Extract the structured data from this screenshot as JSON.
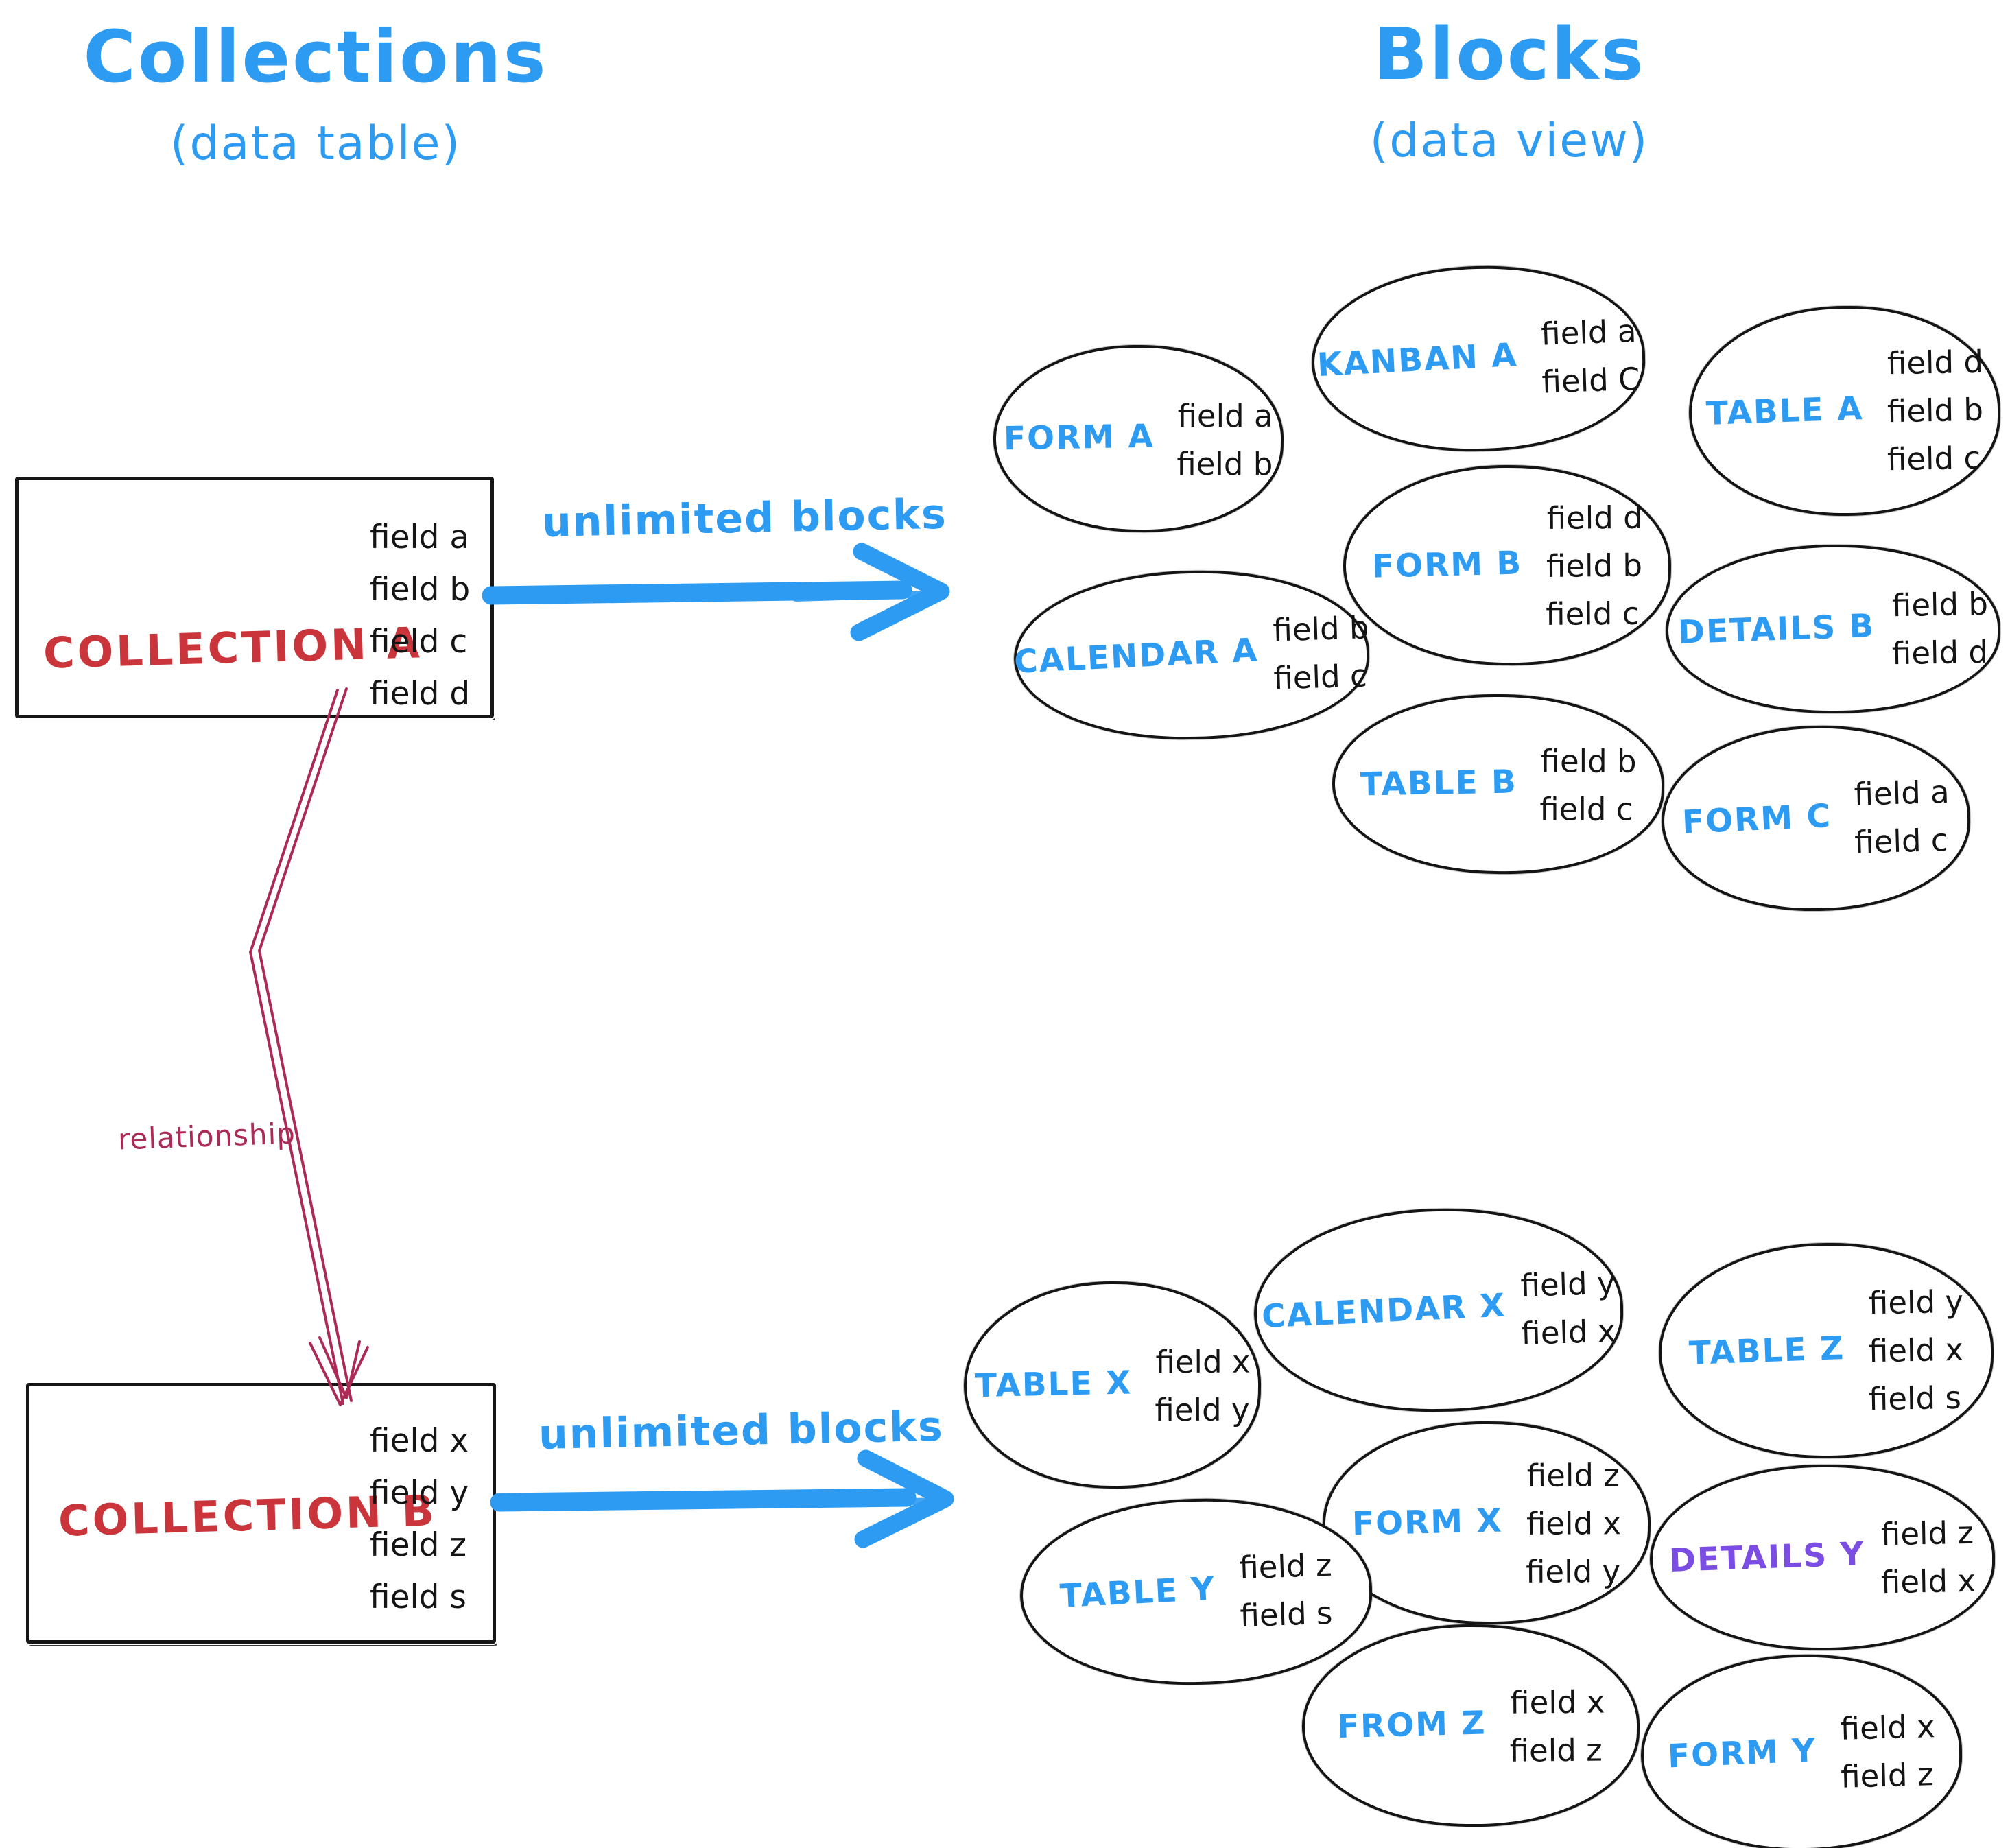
{
  "titles": {
    "left": {
      "title": "Collections",
      "subtitle": "(data table)"
    },
    "right": {
      "title": "Blocks",
      "subtitle": "(data view)"
    }
  },
  "collections": {
    "a": {
      "name": "COLLECTION A",
      "fields": [
        "field a",
        "field b",
        "field c",
        "field d"
      ]
    },
    "b": {
      "name": "COLLECTION B",
      "fields": [
        "field x",
        "field y",
        "field z",
        "field s"
      ]
    }
  },
  "arrows": {
    "top_label": "unlimited blocks",
    "bottom_label": "unlimited blocks",
    "relationship_label": "relationship"
  },
  "blocks_top": [
    {
      "label": "FORM A",
      "fields": [
        "field a",
        "field b"
      ]
    },
    {
      "label": "KANBAN A",
      "fields": [
        "field a",
        "field C"
      ]
    },
    {
      "label": "TABLE A",
      "fields": [
        "field d",
        "field b",
        "field c"
      ]
    },
    {
      "label": "FORM B",
      "fields": [
        "field d",
        "field b",
        "field c"
      ]
    },
    {
      "label": "CALENDAR A",
      "fields": [
        "field b",
        "field c"
      ]
    },
    {
      "label": "DETAILS B",
      "fields": [
        "field b",
        "field d"
      ]
    },
    {
      "label": "TABLE B",
      "fields": [
        "field b",
        "field c"
      ]
    },
    {
      "label": "FORM C",
      "fields": [
        "field a",
        "field c"
      ]
    }
  ],
  "blocks_bottom": [
    {
      "label": "TABLE X",
      "fields": [
        "field x",
        "field y"
      ]
    },
    {
      "label": "CALENDAR X",
      "fields": [
        "field y",
        "field x"
      ]
    },
    {
      "label": "TABLE Z",
      "fields": [
        "field y",
        "field x",
        "field s"
      ]
    },
    {
      "label": "FORM X",
      "fields": [
        "field z",
        "field x",
        "field y"
      ]
    },
    {
      "label": "TABLE Y",
      "fields": [
        "field z",
        "field s"
      ]
    },
    {
      "label": "DETAILS Y",
      "fields": [
        "field z",
        "field x"
      ]
    },
    {
      "label": "FROM Z",
      "fields": [
        "field x",
        "field z"
      ]
    },
    {
      "label": "FORM Y",
      "fields": [
        "field x",
        "field z"
      ]
    }
  ],
  "colors": {
    "blue": "#2E9BF2",
    "red": "#C9353A",
    "crimson": "#AC2A56",
    "purple": "#7B4DE3",
    "ink": "#141414"
  }
}
